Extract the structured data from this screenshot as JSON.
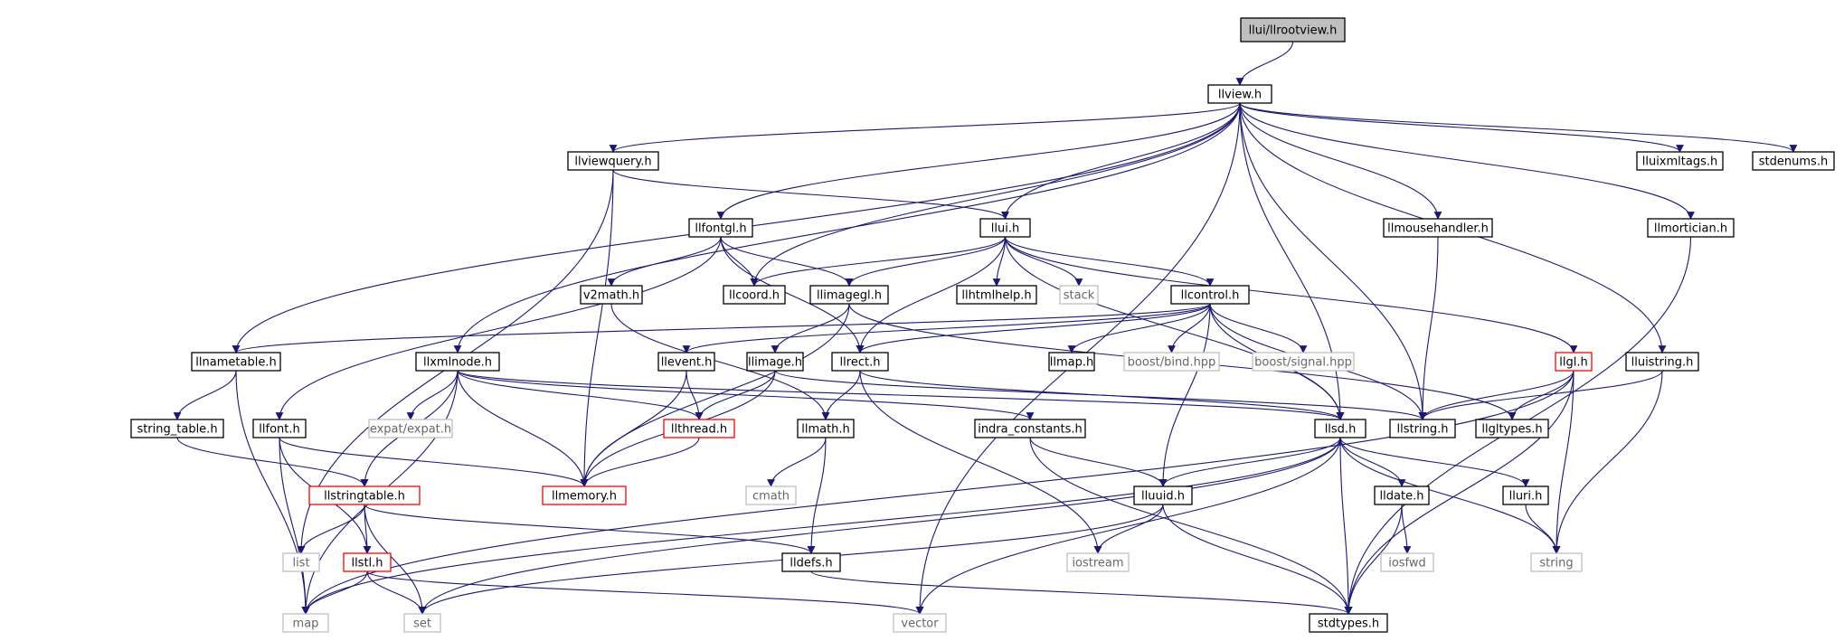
{
  "title": "llui/llrootview.h",
  "colors": {
    "edge": "#191970",
    "border_normal": "#000000",
    "border_system": "#bfbfbf",
    "border_truncated": "#ff0000",
    "fill_root": "#bfbfbf",
    "fill_node": "#ffffff",
    "text_normal": "#000000",
    "text_system": "#666666"
  },
  "nodes": [
    {
      "id": "llrootview",
      "label": "llui/llrootview.h",
      "kind": "root"
    },
    {
      "id": "llview",
      "label": "llview.h",
      "kind": "normal"
    },
    {
      "id": "llviewquery",
      "label": "llviewquery.h",
      "kind": "normal"
    },
    {
      "id": "lluixmltags",
      "label": "lluixmltags.h",
      "kind": "normal"
    },
    {
      "id": "stdenums",
      "label": "stdenums.h",
      "kind": "normal"
    },
    {
      "id": "llfontgl",
      "label": "llfontgl.h",
      "kind": "normal"
    },
    {
      "id": "llui",
      "label": "llui.h",
      "kind": "normal"
    },
    {
      "id": "llmousehandler",
      "label": "llmousehandler.h",
      "kind": "normal"
    },
    {
      "id": "llmortician",
      "label": "llmortician.h",
      "kind": "normal"
    },
    {
      "id": "llcoord",
      "label": "llcoord.h",
      "kind": "normal"
    },
    {
      "id": "v2math",
      "label": "v2math.h",
      "kind": "normal"
    },
    {
      "id": "llimagegl",
      "label": "llimagegl.h",
      "kind": "normal"
    },
    {
      "id": "llhtmlhelp",
      "label": "llhtmlhelp.h",
      "kind": "normal"
    },
    {
      "id": "stack",
      "label": "stack",
      "kind": "system"
    },
    {
      "id": "llcontrol",
      "label": "llcontrol.h",
      "kind": "normal"
    },
    {
      "id": "llnametable",
      "label": "llnametable.h",
      "kind": "normal"
    },
    {
      "id": "llxmlnode",
      "label": "llxmlnode.h",
      "kind": "normal"
    },
    {
      "id": "llevent",
      "label": "llevent.h",
      "kind": "normal"
    },
    {
      "id": "llimage",
      "label": "llimage.h",
      "kind": "normal"
    },
    {
      "id": "llrect",
      "label": "llrect.h",
      "kind": "normal"
    },
    {
      "id": "llmap",
      "label": "llmap.h",
      "kind": "normal"
    },
    {
      "id": "boostbind",
      "label": "boost/bind.hpp",
      "kind": "system"
    },
    {
      "id": "boostsignal",
      "label": "boost/signal.hpp",
      "kind": "system"
    },
    {
      "id": "llgl",
      "label": "llgl.h",
      "kind": "truncated"
    },
    {
      "id": "lluistring",
      "label": "lluistring.h",
      "kind": "normal"
    },
    {
      "id": "llfont",
      "label": "llfont.h",
      "kind": "normal"
    },
    {
      "id": "string_table",
      "label": "string_table.h",
      "kind": "normal"
    },
    {
      "id": "expat",
      "label": "expat/expat.h",
      "kind": "system"
    },
    {
      "id": "llthread",
      "label": "llthread.h",
      "kind": "truncated"
    },
    {
      "id": "llmath",
      "label": "llmath.h",
      "kind": "normal"
    },
    {
      "id": "indra_constants",
      "label": "indra_constants.h",
      "kind": "normal"
    },
    {
      "id": "llsd",
      "label": "llsd.h",
      "kind": "normal"
    },
    {
      "id": "llstring",
      "label": "llstring.h",
      "kind": "normal"
    },
    {
      "id": "llgltypes",
      "label": "llgltypes.h",
      "kind": "normal"
    },
    {
      "id": "llstringtable",
      "label": "llstringtable.h",
      "kind": "truncated"
    },
    {
      "id": "llmemory",
      "label": "llmemory.h",
      "kind": "truncated"
    },
    {
      "id": "cmath",
      "label": "cmath",
      "kind": "system"
    },
    {
      "id": "lluuid",
      "label": "lluuid.h",
      "kind": "normal"
    },
    {
      "id": "lldate",
      "label": "lldate.h",
      "kind": "normal"
    },
    {
      "id": "lluri",
      "label": "lluri.h",
      "kind": "normal"
    },
    {
      "id": "list",
      "label": "list",
      "kind": "system"
    },
    {
      "id": "llstl",
      "label": "llstl.h",
      "kind": "truncated"
    },
    {
      "id": "lldefs",
      "label": "lldefs.h",
      "kind": "normal"
    },
    {
      "id": "iostream",
      "label": "iostream",
      "kind": "system"
    },
    {
      "id": "iosfwd",
      "label": "iosfwd",
      "kind": "system"
    },
    {
      "id": "string",
      "label": "string",
      "kind": "system"
    },
    {
      "id": "map",
      "label": "map",
      "kind": "system"
    },
    {
      "id": "set",
      "label": "set",
      "kind": "system"
    },
    {
      "id": "vector",
      "label": "vector",
      "kind": "system"
    },
    {
      "id": "stdtypes",
      "label": "stdtypes.h",
      "kind": "normal"
    }
  ],
  "edges": [
    [
      "llrootview",
      "llview"
    ],
    [
      "llview",
      "llviewquery"
    ],
    [
      "llview",
      "lluixmltags"
    ],
    [
      "llview",
      "stdenums"
    ],
    [
      "llview",
      "llfontgl"
    ],
    [
      "llview",
      "llui"
    ],
    [
      "llview",
      "llmousehandler"
    ],
    [
      "llview",
      "llmortician"
    ],
    [
      "llview",
      "llcoord"
    ],
    [
      "llview",
      "llnametable"
    ],
    [
      "llview",
      "llxmlnode"
    ],
    [
      "llview",
      "llsd"
    ],
    [
      "llview",
      "llstring"
    ],
    [
      "llview",
      "lluistring"
    ],
    [
      "llview",
      "vector"
    ],
    [
      "llviewquery",
      "llui"
    ],
    [
      "llviewquery",
      "llmemory"
    ],
    [
      "llviewquery",
      "list"
    ],
    [
      "llfontgl",
      "llcoord"
    ],
    [
      "llfontgl",
      "v2math"
    ],
    [
      "llfontgl",
      "llimagegl"
    ],
    [
      "llfontgl",
      "llrect"
    ],
    [
      "llfontgl",
      "llfont"
    ],
    [
      "llui",
      "llcoord"
    ],
    [
      "llui",
      "llimagegl"
    ],
    [
      "llui",
      "llhtmlhelp"
    ],
    [
      "llui",
      "stack"
    ],
    [
      "llui",
      "llcontrol"
    ],
    [
      "llui",
      "llrect"
    ],
    [
      "llui",
      "llgl"
    ],
    [
      "llui",
      "llsd"
    ],
    [
      "llmousehandler",
      "llstring"
    ],
    [
      "llmortician",
      "stdtypes"
    ],
    [
      "v2math",
      "llmath"
    ],
    [
      "llimagegl",
      "llimage"
    ],
    [
      "llimagegl",
      "llmemory"
    ],
    [
      "llimagegl",
      "llgltypes"
    ],
    [
      "llcontrol",
      "llevent"
    ],
    [
      "llcontrol",
      "llrect"
    ],
    [
      "llcontrol",
      "llmap"
    ],
    [
      "llcontrol",
      "boostbind"
    ],
    [
      "llcontrol",
      "boostsignal"
    ],
    [
      "llcontrol",
      "llnametable"
    ],
    [
      "llcontrol",
      "llstring"
    ],
    [
      "llcontrol",
      "lluuid"
    ],
    [
      "llcontrol",
      "llsd"
    ],
    [
      "llnametable",
      "string_table"
    ],
    [
      "llnametable",
      "map"
    ],
    [
      "llxmlnode",
      "expat"
    ],
    [
      "llxmlnode",
      "llthread"
    ],
    [
      "llxmlnode",
      "llmemory"
    ],
    [
      "llxmlnode",
      "llstringtable"
    ],
    [
      "llxmlnode",
      "indra_constants"
    ],
    [
      "llxmlnode",
      "llsd"
    ],
    [
      "llxmlnode",
      "map"
    ],
    [
      "llevent",
      "llthread"
    ],
    [
      "llevent",
      "llmemory"
    ],
    [
      "llimage",
      "llthread"
    ],
    [
      "llimage",
      "llmemory"
    ],
    [
      "llimage",
      "llstring"
    ],
    [
      "llrect",
      "llmath"
    ],
    [
      "llrect",
      "llsd"
    ],
    [
      "llrect",
      "iostream"
    ],
    [
      "llgl",
      "llstring"
    ],
    [
      "llgl",
      "llgltypes"
    ],
    [
      "llgl",
      "string"
    ],
    [
      "llgl",
      "stdtypes"
    ],
    [
      "llgl",
      "map"
    ],
    [
      "lluistring",
      "llstring"
    ],
    [
      "lluistring",
      "string"
    ],
    [
      "llfont",
      "llmemory"
    ],
    [
      "llfont",
      "llstl"
    ],
    [
      "llfont",
      "map"
    ],
    [
      "string_table",
      "llstringtable"
    ],
    [
      "llthread",
      "llmemory"
    ],
    [
      "llmath",
      "cmath"
    ],
    [
      "llmath",
      "lldefs"
    ],
    [
      "indra_constants",
      "lluuid"
    ],
    [
      "indra_constants",
      "stdtypes"
    ],
    [
      "llsd",
      "lluuid"
    ],
    [
      "llsd",
      "lldate"
    ],
    [
      "llsd",
      "lluri"
    ],
    [
      "llsd",
      "string"
    ],
    [
      "llsd",
      "stdtypes"
    ],
    [
      "llsd",
      "map"
    ],
    [
      "llsd",
      "vector"
    ],
    [
      "llsd",
      "set"
    ],
    [
      "llstringtable",
      "list"
    ],
    [
      "llstringtable",
      "llstl"
    ],
    [
      "llstringtable",
      "set"
    ],
    [
      "llstringtable",
      "lldefs"
    ],
    [
      "llstl",
      "map"
    ],
    [
      "llstl",
      "set"
    ],
    [
      "llstl",
      "vector"
    ],
    [
      "lldefs",
      "stdtypes"
    ],
    [
      "lluuid",
      "iostream"
    ],
    [
      "lluuid",
      "stdtypes"
    ],
    [
      "lluuid",
      "set"
    ],
    [
      "lldate",
      "iosfwd"
    ],
    [
      "lldate",
      "stdtypes"
    ],
    [
      "lluri",
      "string"
    ]
  ]
}
